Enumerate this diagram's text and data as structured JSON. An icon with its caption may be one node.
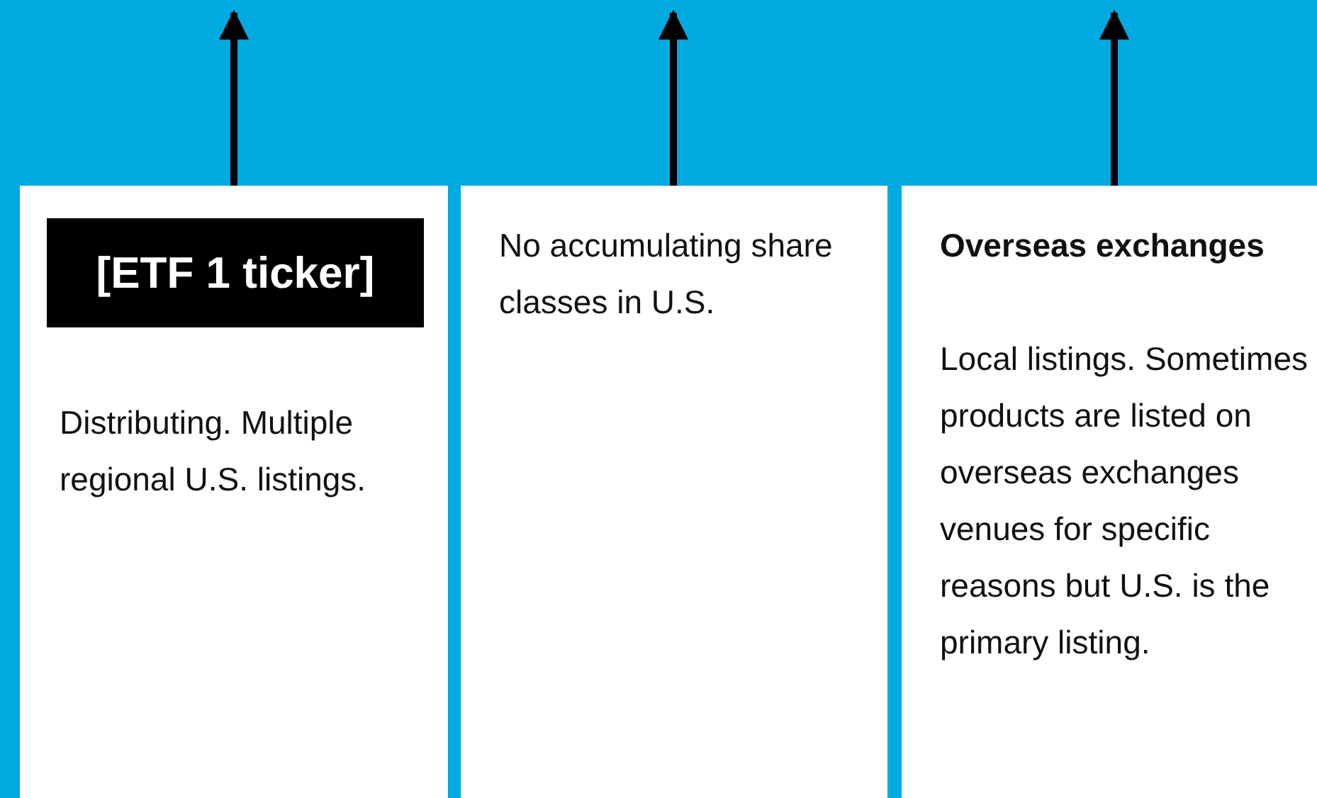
{
  "diagram": {
    "nodes": [
      {
        "text": [
          "Distributing. Multiple regional U.S. listings."
        ]
      },
      {
        "text": [
          "[ETF 1 ticker]"
        ],
        "in": 0
      },
      {
        "text": [
          "No accumulating share classes in U.S."
        ]
      },
      {
        "text": [
          "Overseas exchanges",
          "Local listings. Sometimes products are listed on overseas exchanges venues for specific reasons but U.S. is the primary listing."
        ]
      }
    ],
    "edges": [
      {
        "from": 0,
        "to": null,
        "arrow": "to"
      },
      {
        "from": 2,
        "to": null,
        "arrow": "to"
      },
      {
        "from": 3,
        "to": null,
        "arrow": "to"
      }
    ]
  }
}
